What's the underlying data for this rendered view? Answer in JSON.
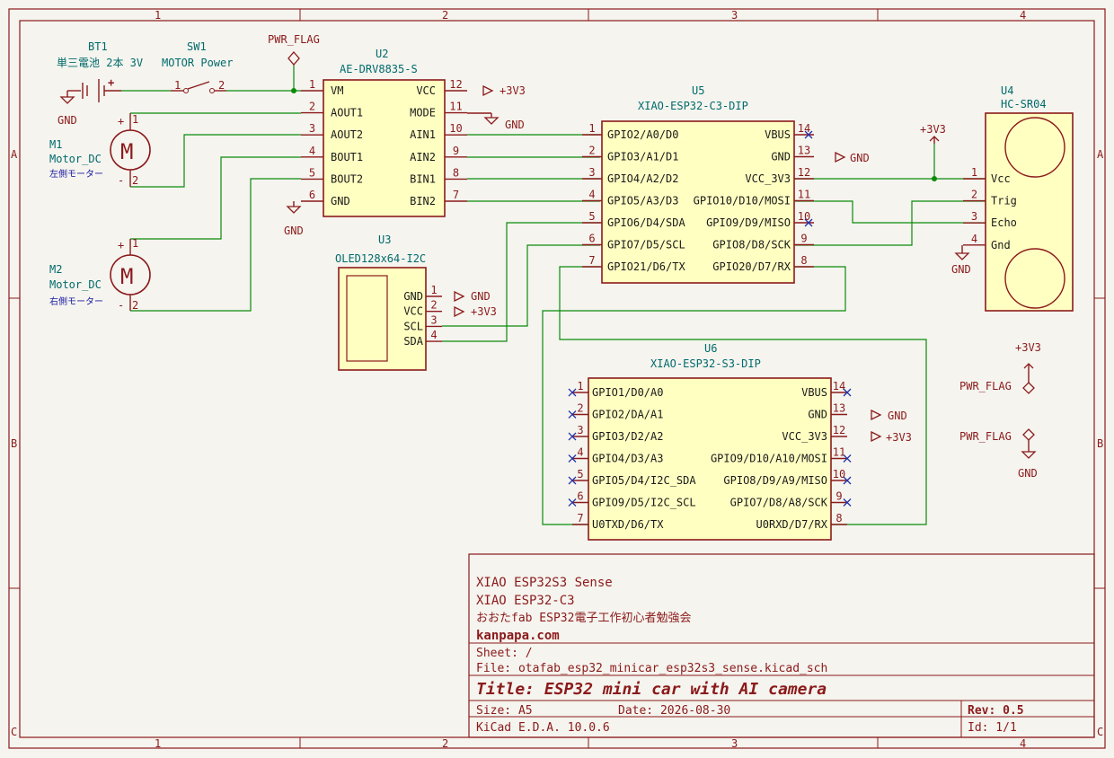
{
  "frame": {
    "cols": [
      "1",
      "2",
      "3",
      "4"
    ],
    "rows": [
      "A",
      "B",
      "C"
    ]
  },
  "power_labels": {
    "gnd": "GND",
    "v33": "+3V3",
    "pwr_flag": "PWR_FLAG"
  },
  "bt1": {
    "ref": "BT1",
    "value": "単三電池 2本 3V"
  },
  "sw1": {
    "ref": "SW1",
    "value": "MOTOR Power",
    "pin1": "1",
    "pin2": "2"
  },
  "m1": {
    "ref": "M1",
    "value": "Motor_DC",
    "desc": "左側モーター"
  },
  "m2": {
    "ref": "M2",
    "value": "Motor_DC",
    "desc": "右側モーター"
  },
  "u2": {
    "ref": "U2",
    "value": "AE-DRV8835-S",
    "left_pins": [
      {
        "num": "1",
        "name": "VM"
      },
      {
        "num": "2",
        "name": "AOUT1"
      },
      {
        "num": "3",
        "name": "AOUT2"
      },
      {
        "num": "4",
        "name": "BOUT1"
      },
      {
        "num": "5",
        "name": "BOUT2"
      },
      {
        "num": "6",
        "name": "GND"
      }
    ],
    "right_pins": [
      {
        "num": "12",
        "name": "VCC"
      },
      {
        "num": "11",
        "name": "MODE"
      },
      {
        "num": "10",
        "name": "AIN1"
      },
      {
        "num": "9",
        "name": "AIN2"
      },
      {
        "num": "8",
        "name": "BIN1"
      },
      {
        "num": "7",
        "name": "BIN2"
      }
    ]
  },
  "u3": {
    "ref": "U3",
    "value": "OLED128x64-I2C",
    "pins": [
      {
        "num": "1",
        "name": "GND"
      },
      {
        "num": "2",
        "name": "VCC"
      },
      {
        "num": "3",
        "name": "SCL"
      },
      {
        "num": "4",
        "name": "SDA"
      }
    ]
  },
  "u5": {
    "ref": "U5",
    "value": "XIAO-ESP32-C3-DIP",
    "left_pins": [
      {
        "num": "1",
        "name": "GPIO2/A0/D0"
      },
      {
        "num": "2",
        "name": "GPIO3/A1/D1"
      },
      {
        "num": "3",
        "name": "GPIO4/A2/D2"
      },
      {
        "num": "4",
        "name": "GPIO5/A3/D3"
      },
      {
        "num": "5",
        "name": "GPIO6/D4/SDA"
      },
      {
        "num": "6",
        "name": "GPIO7/D5/SCL"
      },
      {
        "num": "7",
        "name": "GPIO21/D6/TX"
      }
    ],
    "right_pins": [
      {
        "num": "14",
        "name": "VBUS"
      },
      {
        "num": "13",
        "name": "GND"
      },
      {
        "num": "12",
        "name": "VCC_3V3"
      },
      {
        "num": "11",
        "name": "GPIO10/D10/MOSI"
      },
      {
        "num": "10",
        "name": "GPIO9/D9/MISO"
      },
      {
        "num": "9",
        "name": "GPIO8/D8/SCK"
      },
      {
        "num": "8",
        "name": "GPIO20/D7/RX"
      }
    ]
  },
  "u4": {
    "ref": "U4",
    "value": "HC-SR04",
    "pins": [
      {
        "num": "1",
        "name": "Vcc"
      },
      {
        "num": "2",
        "name": "Trig"
      },
      {
        "num": "3",
        "name": "Echo"
      },
      {
        "num": "4",
        "name": "Gnd"
      }
    ]
  },
  "u6": {
    "ref": "U6",
    "value": "XIAO-ESP32-S3-DIP",
    "left_pins": [
      {
        "num": "1",
        "name": "GPIO1/D0/A0"
      },
      {
        "num": "2",
        "name": "GPIO2/DA/A1"
      },
      {
        "num": "3",
        "name": "GPIO3/D2/A2"
      },
      {
        "num": "4",
        "name": "GPIO4/D3/A3"
      },
      {
        "num": "5",
        "name": "GPIO5/D4/I2C_SDA"
      },
      {
        "num": "6",
        "name": "GPIO9/D5/I2C_SCL"
      },
      {
        "num": "7",
        "name": "U0TXD/D6/TX"
      }
    ],
    "right_pins": [
      {
        "num": "14",
        "name": "VBUS"
      },
      {
        "num": "13",
        "name": "GND"
      },
      {
        "num": "12",
        "name": "VCC_3V3"
      },
      {
        "num": "11",
        "name": "GPIO9/D10/A10/MOSI"
      },
      {
        "num": "10",
        "name": "GPIO8/D9/A9/MISO"
      },
      {
        "num": "9",
        "name": "GPIO7/D8/A8/SCK"
      },
      {
        "num": "8",
        "name": "U0RXD/D7/RX"
      }
    ]
  },
  "title_block": {
    "comment1": "XIAO ESP32S3 Sense",
    "comment2": "XIAO ESP32-C3",
    "comment3": "おおたfab ESP32電子工作初心者勉強会",
    "company": "kanpapa.com",
    "sheet": "Sheet: /",
    "file": "File: otafab_esp32_minicar_esp32s3_sense.kicad_sch",
    "title": "Title: ESP32 mini car with AI camera",
    "size": "Size: A5",
    "date": "Date: 2026-08-30",
    "rev": "Rev: 0.5",
    "tool": "KiCad E.D.A. 10.0.6",
    "id": "Id: 1/1"
  }
}
